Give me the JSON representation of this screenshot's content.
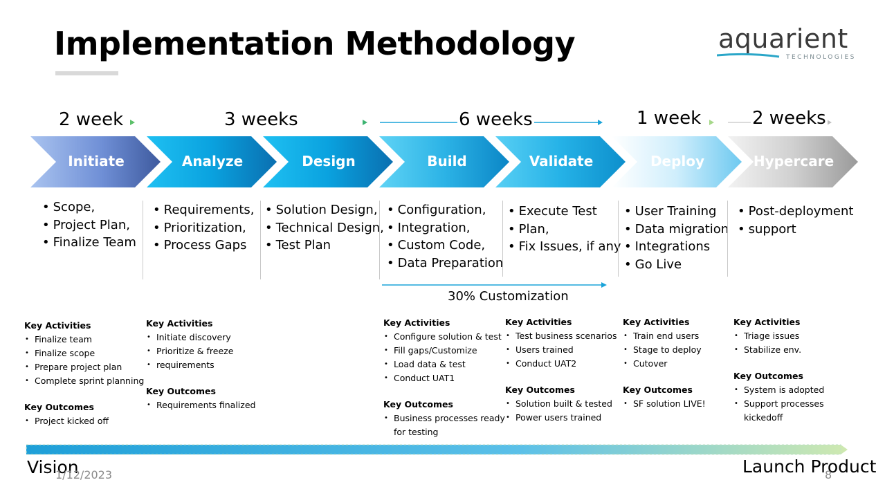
{
  "title": "Implementation Methodology",
  "logo": {
    "word": "aquarient",
    "sub": "TECHNOLOGIES"
  },
  "durations": [
    "2 week",
    "3 weeks",
    "6 weeks",
    "1 week",
    "2 weeks"
  ],
  "phases": [
    {
      "label": "Initiate",
      "bullets": [
        "Scope,",
        "Project Plan,",
        "Finalize Team"
      ]
    },
    {
      "label": "Analyze",
      "bullets": [
        "Requirements,",
        "Prioritization,",
        "Process Gaps"
      ]
    },
    {
      "label": "Design",
      "bullets": [
        "Solution Design,",
        "Technical Design,",
        "Test Plan"
      ]
    },
    {
      "label": "Build",
      "bullets": [
        "Configuration,",
        "Integration,",
        "Custom Code,",
        "Data Preparation"
      ]
    },
    {
      "label": "Validate",
      "bullets": [
        "Execute Test",
        "Plan,",
        "Fix Issues, if any"
      ]
    },
    {
      "label": "Deploy",
      "bullets": [
        "User Training",
        "Data migration",
        "Integrations",
        "Go Live"
      ]
    },
    {
      "label": "Hypercare",
      "bullets": [
        "Post-deployment",
        "support"
      ]
    }
  ],
  "customization": "30% Customization",
  "key_activities_heading": "Key Activities",
  "key_outcomes_heading": "Key Outcomes",
  "details": [
    {
      "activities": [
        "Finalize team",
        "Finalize scope",
        "Prepare project plan",
        "Complete sprint planning"
      ],
      "outcomes": [
        "Project kicked off"
      ]
    },
    {
      "activities": [
        "Initiate discovery",
        "Prioritize & freeze",
        "requirements"
      ],
      "outcomes": [
        "Requirements finalized"
      ]
    },
    {
      "activities": [
        "Configure solution & test",
        "Fill gaps/Customize",
        "Load data & test",
        "Conduct UAT1"
      ],
      "outcomes": [
        "Business processes ready",
        "for testing"
      ]
    },
    {
      "activities": [
        "Test business scenarios",
        "Users trained",
        "Conduct UAT2"
      ],
      "outcomes": [
        "Solution built & tested",
        "Power users trained"
      ]
    },
    {
      "activities": [
        "Train end users",
        "Stage to deploy",
        "Cutover"
      ],
      "outcomes": [
        "SF solution LIVE!"
      ]
    },
    {
      "activities": [
        "Triage issues",
        "Stabilize env."
      ],
      "outcomes": [
        "System is adopted",
        "Support processes",
        "kickedoff"
      ]
    }
  ],
  "footer": {
    "left": "Vision",
    "right": "Launch Product",
    "date": "1/12/2023",
    "page": "8"
  },
  "colors": {
    "arrow_green": "#3cb371",
    "arrow_blue": "#1aa3d9",
    "chevron_blue": "#0aa7e3",
    "chevron_dark": "#0a78b8"
  }
}
